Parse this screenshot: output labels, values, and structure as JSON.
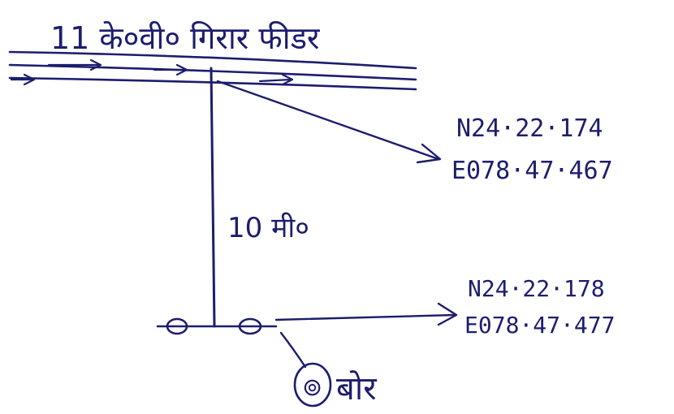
{
  "feeder_label": "11 के०वी० गिरार फीडर",
  "span_label": "10 मी०",
  "point_top": {
    "lat": "N24·22·174",
    "lon": "E078·47·467"
  },
  "point_bottom": {
    "lat": "N24·22·178",
    "lon": "E078·47·477"
  },
  "pump_symbol": "⊚",
  "pump_label": "बोर",
  "colors": {
    "ink": "#1d1d6e",
    "paper": "#ffffff"
  }
}
